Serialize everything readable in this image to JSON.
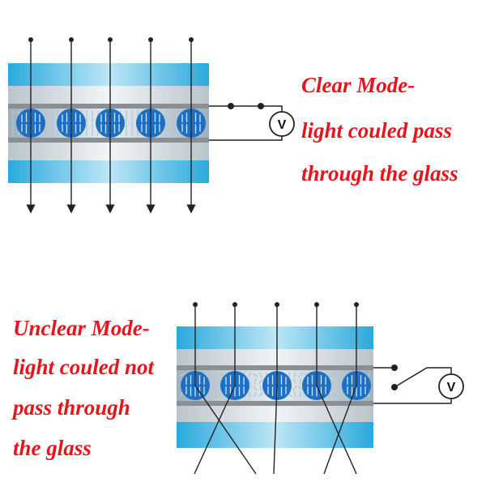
{
  "clear_panel": {
    "title": "Clear Mode-",
    "line2": "light couled pass",
    "line3": "through the glass",
    "voltmeter_label": "V"
  },
  "unclear_panel": {
    "title": "Unclear Mode-",
    "line2": "light couled not",
    "line3": "pass through",
    "line4": "the glass",
    "voltmeter_label": "V"
  },
  "colors": {
    "caption_red": "#e8141c",
    "glass_blue": "#39b3e0",
    "crystal_blue": "#1d6fc4",
    "electrode_gray": "#8a8f94"
  },
  "light_rays": 5,
  "liquid_crystals": 5
}
